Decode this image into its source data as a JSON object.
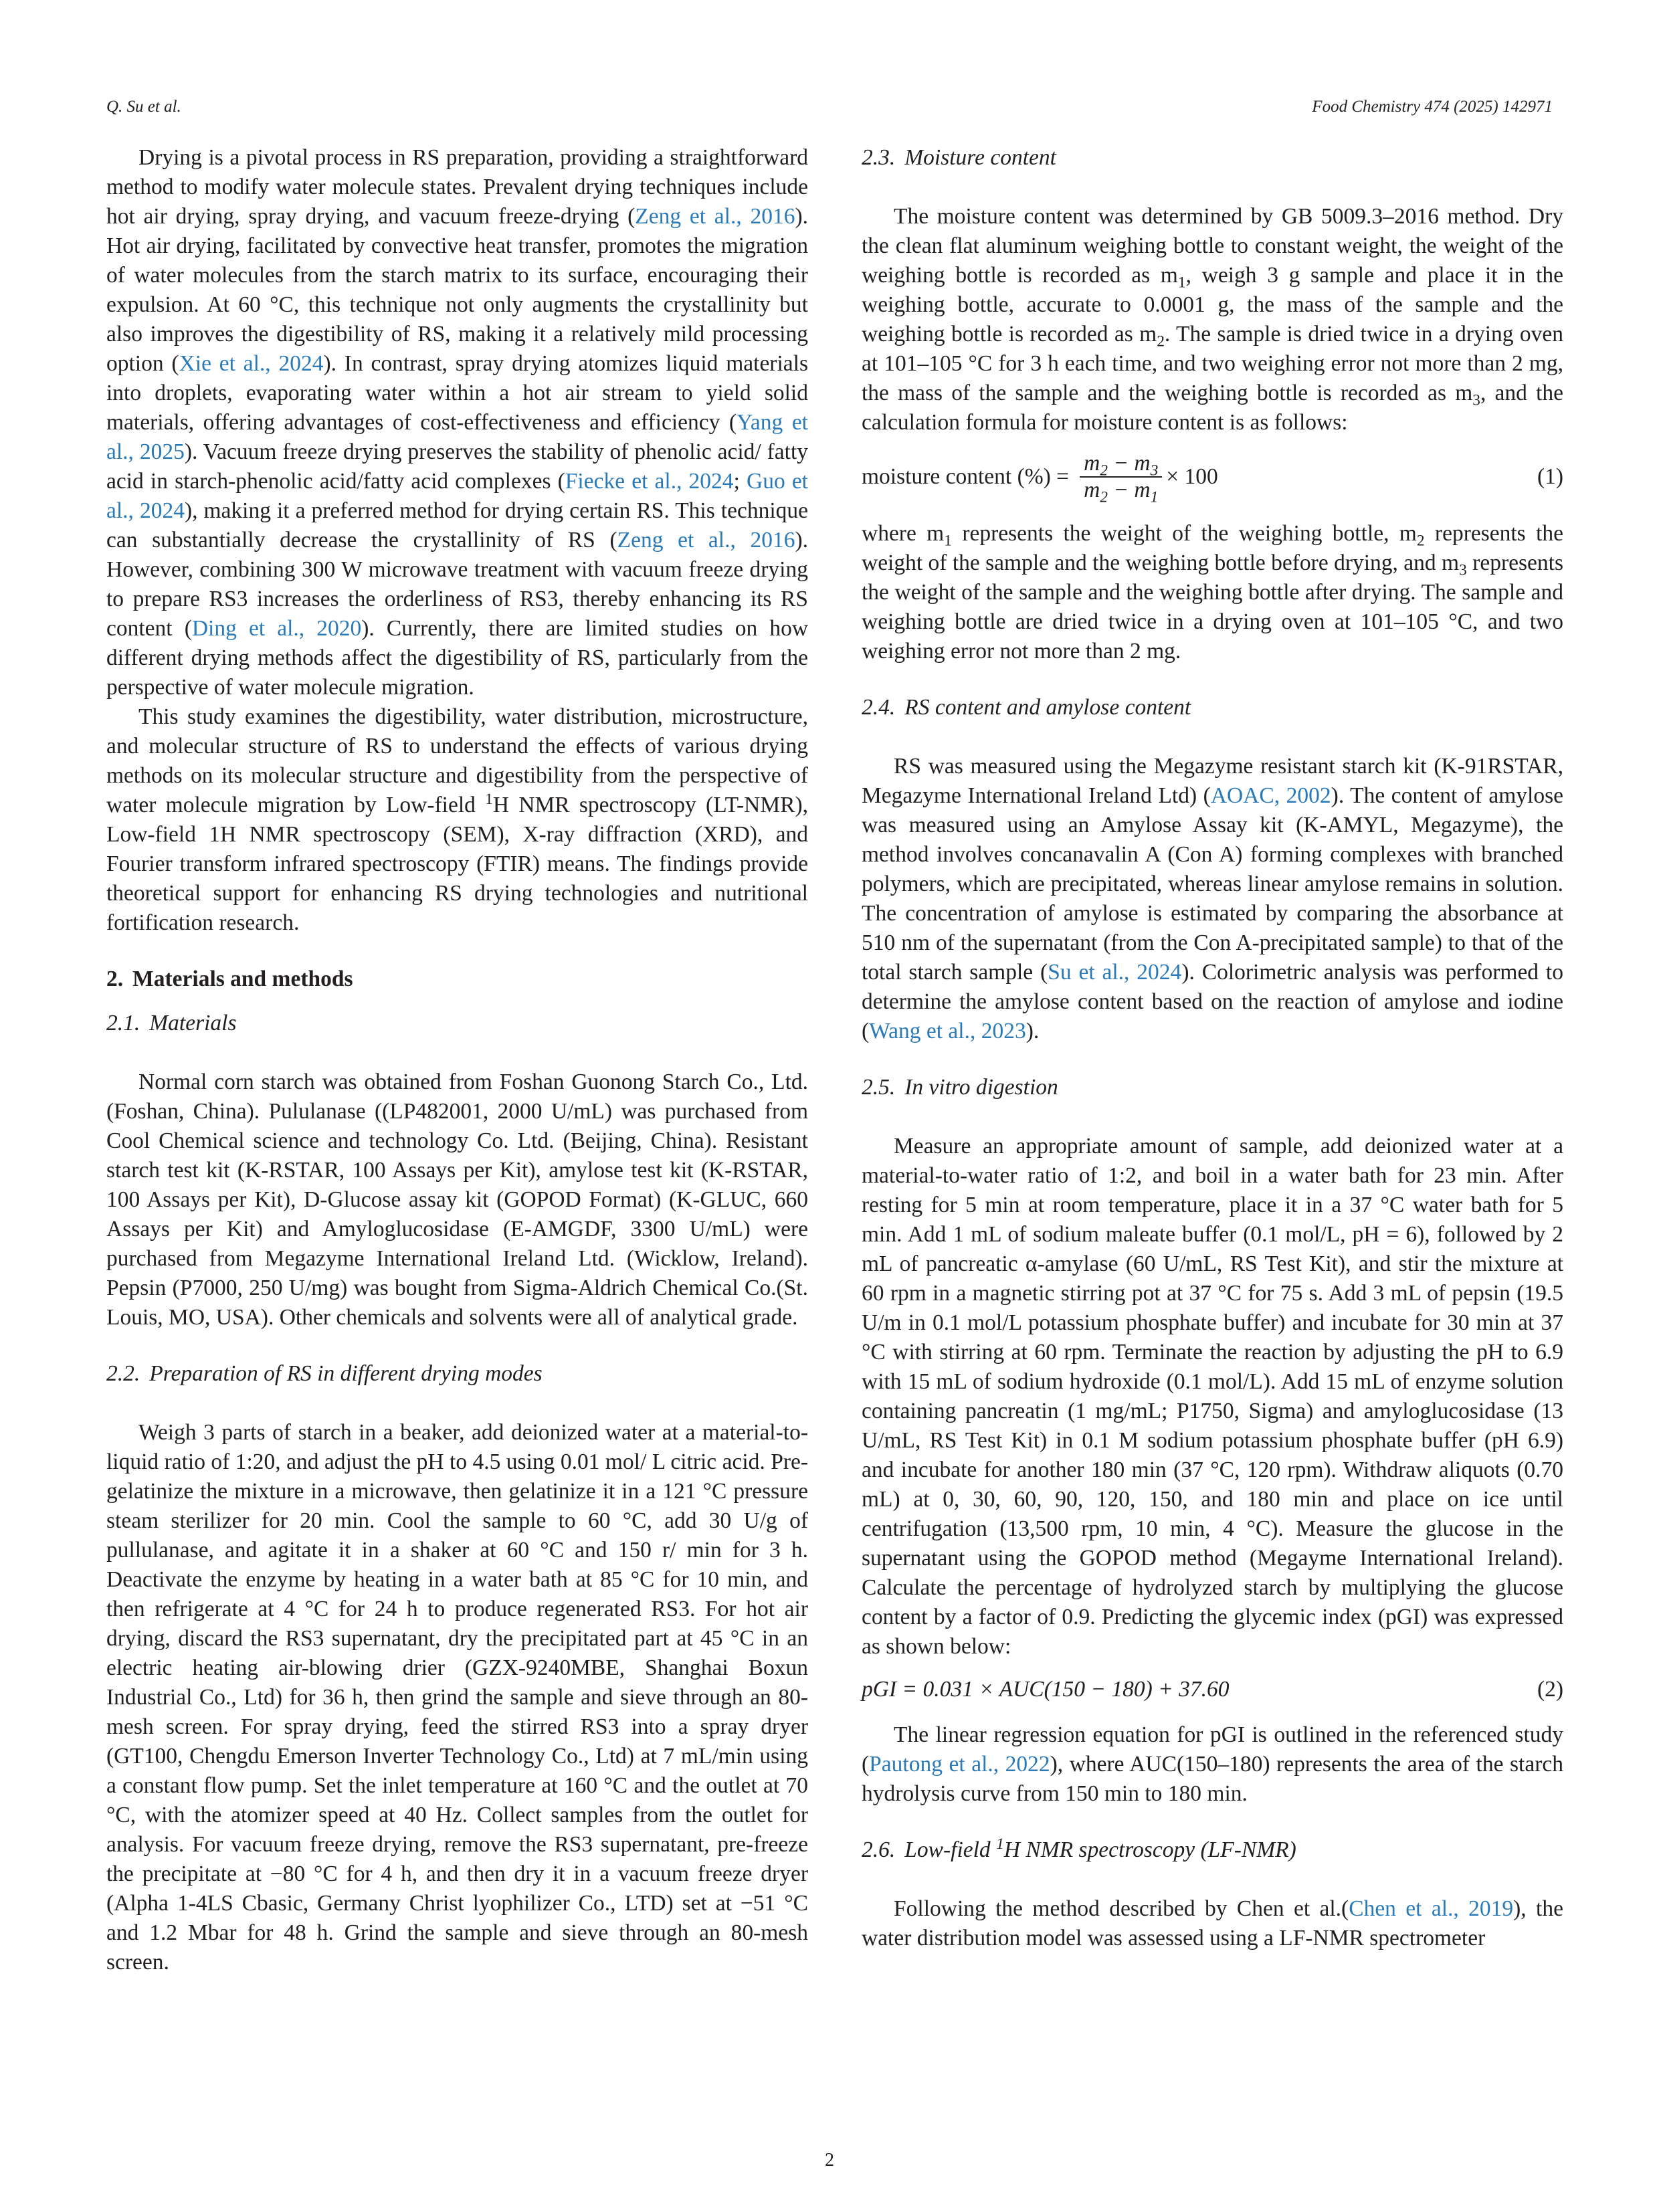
{
  "header": {
    "authors": "Q. Su et al.",
    "journal": "Food Chemistry 474 (2025) 142971"
  },
  "left": {
    "p1": [
      "Drying is a pivotal process in RS preparation, providing a straightforward method to modify water molecule states. Prevalent drying techniques include hot air drying, spray drying, and vacuum freeze-drying (",
      "Zeng et al., 2016",
      "). Hot air drying, facilitated by convective heat transfer, promotes the migration of water molecules from the starch matrix to its surface, encouraging their expulsion. At 60 °C, this technique not only augments the crystallinity but also improves the digestibility of RS, making it a relatively mild processing option (",
      "Xie et al., 2024",
      "). In contrast, spray drying atomizes liquid materials into droplets, evaporating water within a hot air stream to yield solid materials, offering advantages of cost-effectiveness and efficiency (",
      "Yang et al., 2025",
      "). Vacuum freeze drying preserves the stability of phenolic acid/ fatty acid in starch-phenolic acid/fatty acid complexes (",
      "Fiecke et al., 2024",
      "; ",
      "Guo et al., 2024",
      "), making it a preferred method for drying certain RS. This technique can substantially decrease the crystallinity of RS (",
      "Zeng et al., 2016",
      "). However, combining 300 W microwave treatment with vacuum freeze drying to prepare RS3 increases the orderliness of RS3, thereby enhancing its RS content (",
      "Ding et al., 2020",
      "). Currently, there are limited studies on how different drying methods affect the digestibility of RS, particularly from the perspective of water molecule migration."
    ],
    "p2_a": "This study examines the digestibility, water distribution, microstructure, and molecular structure of RS to understand the effects of various drying methods on its molecular structure and digestibility from the perspective of water molecule migration by Low-field ",
    "p2_sup": "1",
    "p2_b": "H NMR spectroscopy (LT-NMR), Low-field 1H NMR spectroscopy (SEM), X-ray diffraction (XRD), and Fourier transform infrared spectroscopy (FTIR) means. The findings provide theoretical support for enhancing RS drying technologies and nutritional fortification research.",
    "sec2_num": "2.",
    "sec2_title": "Materials and methods",
    "sec21_num": "2.1.",
    "sec21_title": "Materials",
    "p3": "Normal corn starch was obtained from Foshan Guonong Starch Co., Ltd. (Foshan, China). Pululanase ((LP482001, 2000 U/mL) was purchased from Cool Chemical science and technology Co. Ltd. (Beijing, China). Resistant starch test kit (K-RSTAR, 100 Assays per Kit), amylose test kit (K-RSTAR, 100 Assays per Kit), D-Glucose assay kit (GOPOD Format) (K-GLUC, 660 Assays per Kit) and Amyloglucosidase (E-AMGDF, 3300 U/mL) were purchased from Megazyme International Ireland Ltd. (Wicklow, Ireland). Pepsin (P7000, 250 U/mg) was bought from Sigma-Aldrich Chemical Co.(St. Louis, MO, USA). Other chemicals and solvents were all of analytical grade.",
    "sec22_num": "2.2.",
    "sec22_title": "Preparation of RS in different drying modes",
    "p4": "Weigh 3 parts of starch in a beaker, add deionized water at a material-to-liquid ratio of 1:20, and adjust the pH to 4.5 using 0.01 mol/ L citric acid. Pre-gelatinize the mixture in a microwave, then gelatinize it in a 121 °C pressure steam sterilizer for 20 min. Cool the sample to 60 °C, add 30 U/g of pullulanase, and agitate it in a shaker at 60 °C and 150 r/ min for 3 h. Deactivate the enzyme by heating in a water bath at 85 °C for 10 min, and then refrigerate at 4 °C for 24 h to produce regenerated RS3. For hot air drying, discard the RS3 supernatant, dry the precipitated part at 45 °C in an electric heating air-blowing drier (GZX-9240MBE, Shanghai Boxun Industrial Co., Ltd) for 36 h, then grind the sample and sieve through an 80-mesh screen. For spray drying, feed the stirred RS3 into a spray dryer (GT100, Chengdu Emerson Inverter Technology Co., Ltd) at 7 mL/min using a constant flow pump. Set the inlet temperature at 160 °C and the outlet at 70 °C, with the atomizer speed at 40 Hz. Collect samples from the outlet for analysis. For vacuum freeze drying, remove the RS3 supernatant, pre-freeze the precipitate at −80 °C for 4 h, and then dry it in a vacuum freeze dryer (Alpha 1-4LS Cbasic, Germany Christ lyophilizer Co., LTD) set at −51 °C and 1.2 Mbar for 48 h. Grind the sample and sieve through an 80-mesh screen."
  },
  "right": {
    "sec23_num": "2.3.",
    "sec23_title": "Moisture content",
    "p5_parts": [
      "The moisture content was determined by GB 5009.3–2016 method. Dry the clean flat aluminum weighing bottle to constant weight, the weight of the weighing bottle is recorded as m",
      "1",
      ", weigh 3 g sample and place it in the weighing bottle, accurate to 0.0001 g, the mass of the sample and the weighing bottle is recorded as m",
      "2",
      ". The sample is dried twice in a drying oven at 101–105 °C for 3 h each time, and two weighing error not more than 2 mg, the mass of the sample and the weighing bottle is recorded as m",
      "3",
      ", and the calculation formula for moisture content is as follows:"
    ],
    "eq1": {
      "lhs": "moisture content (%) =",
      "num_m": "m",
      "num_a": "2",
      "num_op": " − m",
      "num_b": "3",
      "den_m": "m",
      "den_a": "2",
      "den_op": " − m",
      "den_b": "1",
      "tail": "× 100",
      "label": "(1)"
    },
    "p6_parts": [
      "where m",
      "1",
      " represents the weight of the weighing bottle, m",
      "2",
      " represents the weight of the sample and the weighing bottle before drying, and m",
      "3",
      " represents the weight of the sample and the weighing bottle after drying. The sample and weighing bottle are dried twice in a drying oven at 101–105 °C, and two weighing error not more than 2 mg."
    ],
    "sec24_num": "2.4.",
    "sec24_title": "RS content and amylose content",
    "p7": [
      "RS was measured using the Megazyme resistant starch kit (K-91RSTAR, Megazyme International Ireland Ltd) (",
      "AOAC, 2002",
      "). The content of amylose was measured using an Amylose Assay kit (K-AMYL, Megazyme), the method involves concanavalin A (Con A) forming complexes with branched polymers, which are precipitated, whereas linear amylose remains in solution. The concentration of amylose is estimated by comparing the absorbance at 510 nm of the supernatant (from the Con A-precipitated sample) to that of the total starch sample (",
      "Su et al., 2024",
      "). Colorimetric analysis was performed to determine the amylose content based on the reaction of amylose and iodine (",
      "Wang et al., 2023",
      ")."
    ],
    "sec25_num": "2.5.",
    "sec25_title": "In vitro digestion",
    "p8": "Measure an appropriate amount of sample, add deionized water at a material-to-water ratio of 1:2, and boil in a water bath for 23 min. After resting for 5 min at room temperature, place it in a 37 °C water bath for 5 min. Add 1 mL of sodium maleate buffer (0.1 mol/L, pH = 6), followed by 2 mL of pancreatic α-amylase (60 U/mL, RS Test Kit), and stir the mixture at 60 rpm in a magnetic stirring pot at 37 °C for 75 s. Add 3 mL of pepsin (19.5 U/m in 0.1 mol/L potassium phosphate buffer) and incubate for 30 min at 37 °C with stirring at 60 rpm. Terminate the reaction by adjusting the pH to 6.9 with 15 mL of sodium hydroxide (0.1 mol/L). Add 15 mL of enzyme solution containing pancreatin (1 mg/mL; P1750, Sigma) and amyloglucosidase (13 U/mL, RS Test Kit) in 0.1 M sodium potassium phosphate buffer (pH 6.9) and incubate for another 180 min (37 °C, 120 rpm). Withdraw aliquots (0.70 mL) at 0, 30, 60, 90, 120, 150, and 180 min and place on ice until centrifugation (13,500 rpm, 10 min, 4 °C). Measure the glucose in the supernatant using the GOPOD method (Megayme International Ireland). Calculate the percentage of hydrolyzed starch by multiplying the glucose content by a factor of 0.9. Predicting the glycemic index (pGI) was expressed as shown below:",
    "eq2": {
      "text": "pGI = 0.031 × AUC(150 − 180) + 37.60",
      "label": "(2)"
    },
    "p9": [
      "The linear regression equation for pGI is outlined in the referenced study (",
      "Pautong et al., 2022",
      "), where AUC(150–180) represents the area of the starch hydrolysis curve from 150 min to 180 min."
    ],
    "sec26_num": "2.6.",
    "sec26_a": "Low-field ",
    "sec26_sup": "1",
    "sec26_b": "H NMR spectroscopy (LF-NMR)",
    "p10": [
      "Following the method described by Chen et al.(",
      "Chen et al., 2019",
      "), the water distribution model was assessed using a LF-NMR spectrometer"
    ]
  },
  "page_number": "2",
  "colors": {
    "text": "#231f20",
    "link": "#2a7ab8"
  }
}
